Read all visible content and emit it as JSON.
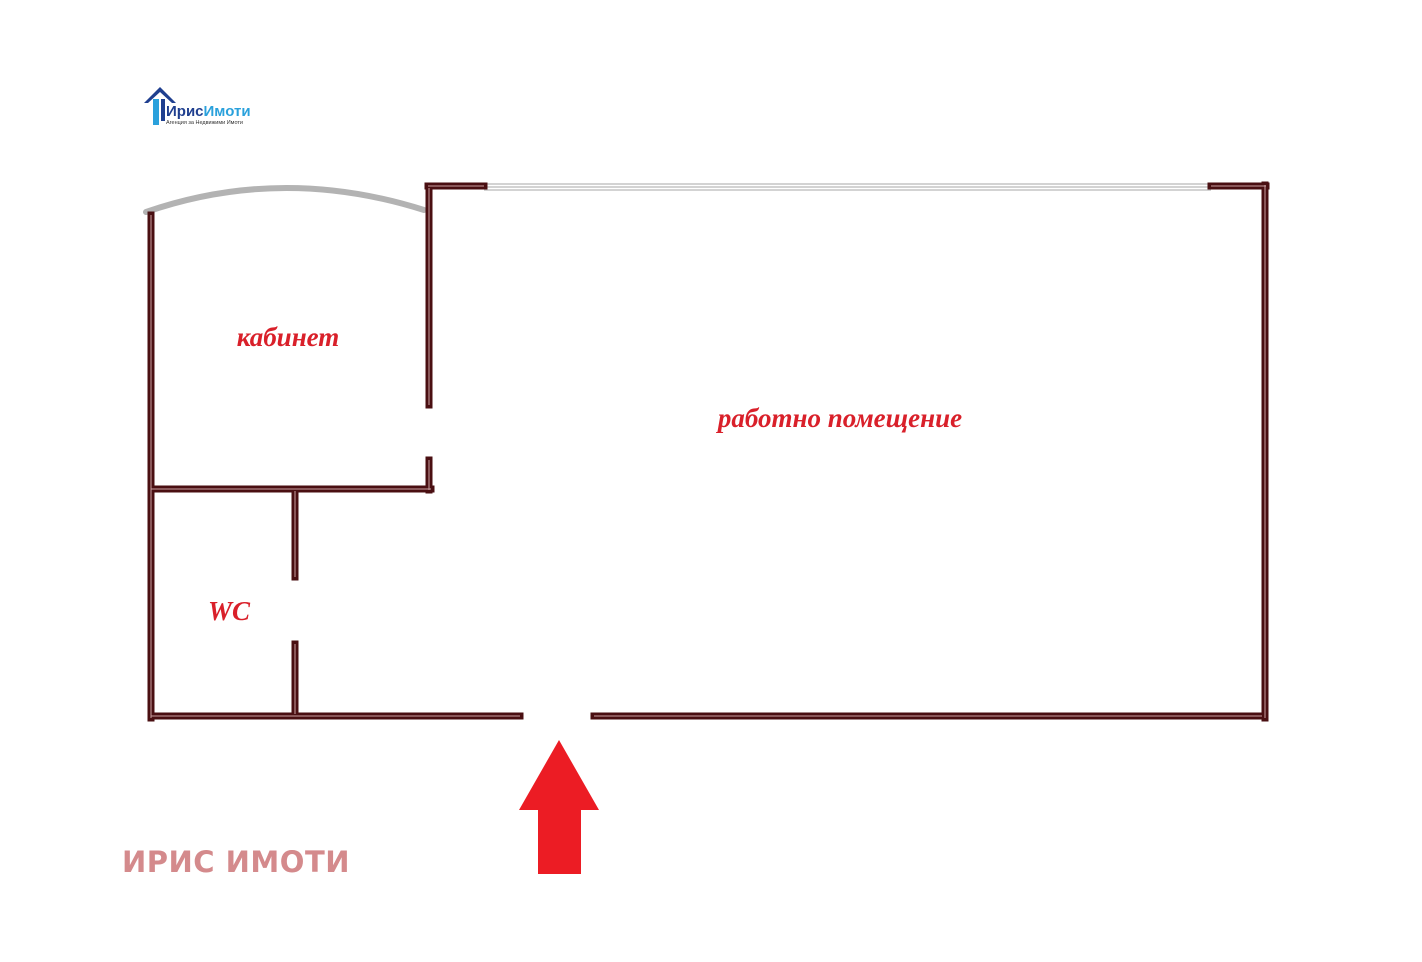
{
  "logo": {
    "name_part1": "Ирис",
    "name_part2": "Имоти",
    "tagline": "Агенция за Недвижими Имоти"
  },
  "rooms": {
    "office": "кабинет",
    "workspace": "работно помещение",
    "toilet": "WC"
  },
  "watermark": "ИРИС ИМОТИ",
  "colors": {
    "wall": "#4a0f12",
    "wall_highlight": "#c9a0a2",
    "window": "#b9b9b9",
    "label": "#d9202a",
    "arrow": "#ec1c24",
    "watermark": "#d48a8c",
    "logo_dark": "#1f3f8f",
    "logo_light": "#2aa1dc"
  },
  "icons": {
    "logo": "house-logo-icon",
    "entrance": "entrance-arrow-icon"
  }
}
